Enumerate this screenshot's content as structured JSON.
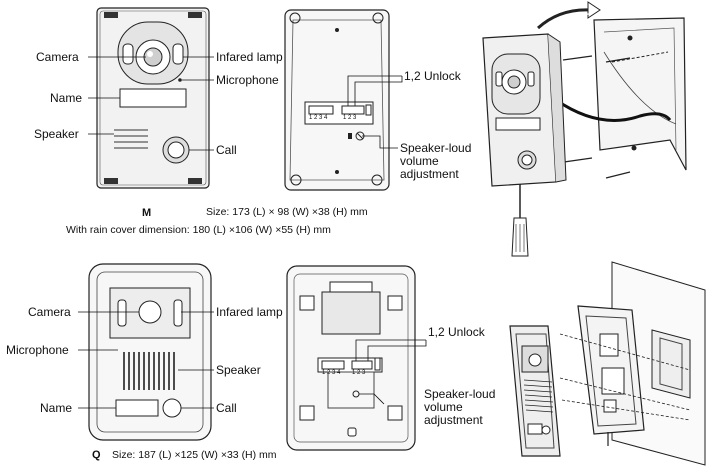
{
  "model_m": {
    "letter": "M",
    "labels": {
      "camera": "Camera",
      "infared_lamp": "Infared lamp",
      "microphone": "Microphone",
      "name": "Name",
      "speaker": "Speaker",
      "call": "Call"
    },
    "size_line": "Size: 173 (L) × 98 (W) ×38 (H) mm",
    "rain_cover_line": "With rain cover dimension: 180 (L) ×106 (W) ×55 (H) mm",
    "back_labels": {
      "unlock": "1,2 Unlock",
      "speaker_loud_1": "Speaker-loud",
      "speaker_loud_2": "volume",
      "speaker_loud_3": "adjustment",
      "terminal_left": "1 2 3 4",
      "terminal_right": "1 2 3"
    }
  },
  "model_q": {
    "letter": "Q",
    "labels": {
      "camera": "Camera",
      "infared_lamp": "Infared lamp",
      "microphone": "Microphone",
      "speaker": "Speaker",
      "name": "Name",
      "call": "Call"
    },
    "size_line": "Size: 187 (L) ×125 (W) ×33 (H) mm",
    "back_labels": {
      "unlock": "1,2 Unlock",
      "speaker_loud_1": "Speaker-loud",
      "speaker_loud_2": "volume",
      "speaker_loud_3": "adjustment",
      "terminal_left": "1 2 3 4",
      "terminal_right": "1 2 3"
    }
  }
}
